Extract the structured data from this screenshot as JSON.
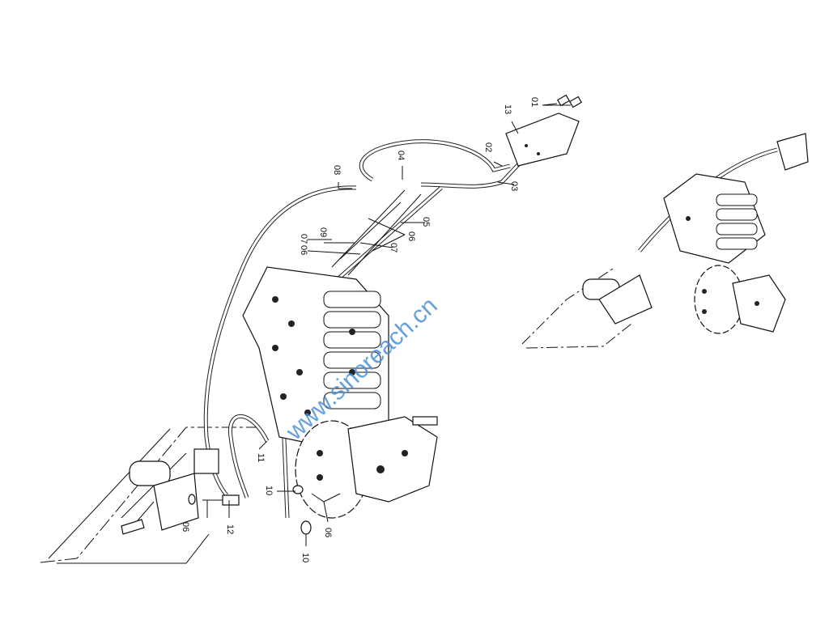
{
  "diagram": {
    "callouts": [
      "01",
      "13",
      "02",
      "03",
      "04",
      "08",
      "05",
      "09",
      "06",
      "07",
      "07",
      "06",
      "11",
      "10",
      "06",
      "12",
      "06",
      "10"
    ],
    "watermark": "www.sinoreach.cn"
  }
}
